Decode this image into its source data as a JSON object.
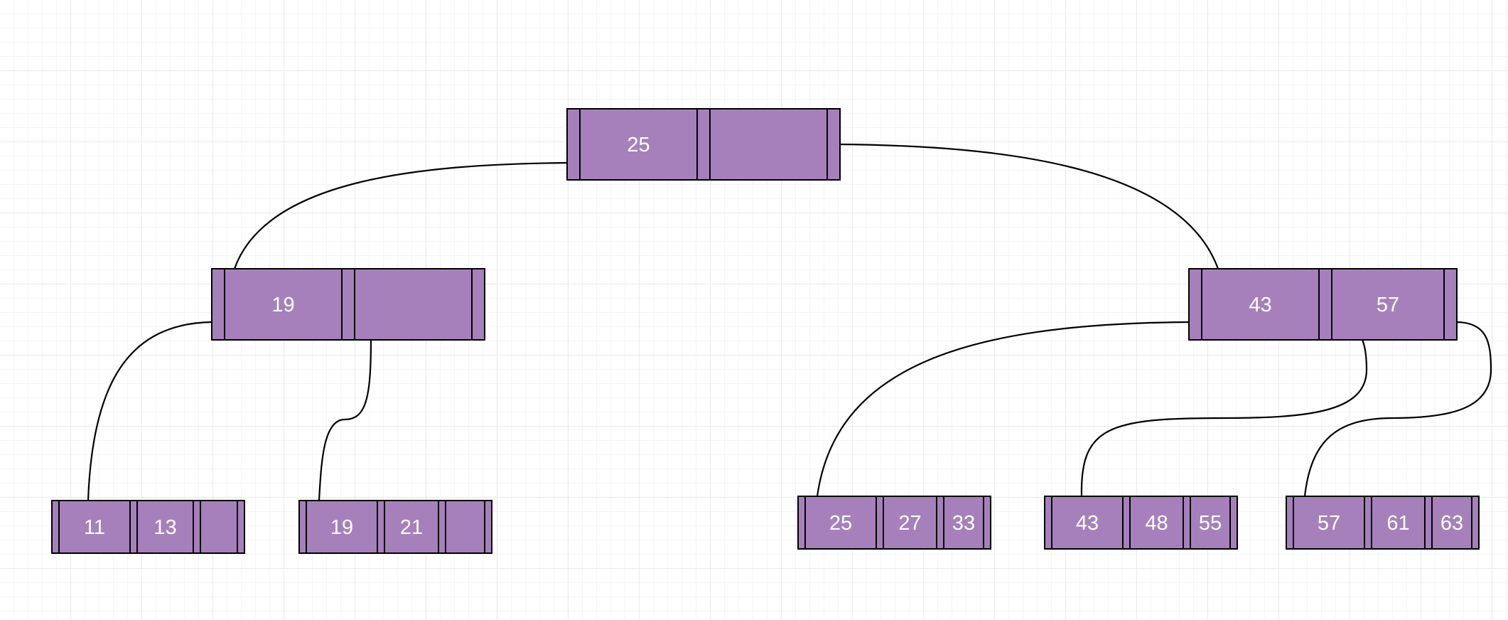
{
  "colors": {
    "node_fill": "#a680bb",
    "stroke": "#000000",
    "text": "#ffffff"
  },
  "tree": {
    "root": {
      "keys": [
        "25",
        ""
      ]
    },
    "level1": [
      {
        "keys": [
          "19",
          ""
        ]
      },
      {
        "keys": [
          "43",
          "57"
        ]
      }
    ],
    "leaves": [
      {
        "keys": [
          "11",
          "13",
          ""
        ]
      },
      {
        "keys": [
          "19",
          "21",
          ""
        ]
      },
      {
        "keys": [
          "25",
          "27",
          "33"
        ]
      },
      {
        "keys": [
          "43",
          "48",
          "55"
        ]
      },
      {
        "keys": [
          "57",
          "61",
          "63"
        ]
      }
    ]
  }
}
